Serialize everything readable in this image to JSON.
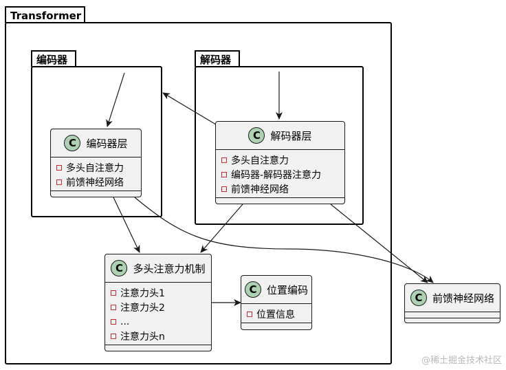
{
  "packages": {
    "transformer": "Transformer",
    "encoder": "编码器",
    "decoder": "解码器"
  },
  "classes": {
    "encoder_layer": {
      "badge": "C",
      "name": "编码器层",
      "attrs": [
        "多头自注意力",
        "前馈神经网络"
      ]
    },
    "decoder_layer": {
      "badge": "C",
      "name": "解码器层",
      "attrs": [
        "多头自注意力",
        "编码器-解码器注意力",
        "前馈神经网络"
      ]
    },
    "mha": {
      "badge": "C",
      "name": "多头注意力机制",
      "attrs": [
        "注意力头1",
        "注意力头2",
        "...",
        "注意力头n"
      ]
    },
    "pos_enc": {
      "badge": "C",
      "name": "位置编码",
      "attrs": [
        "位置信息"
      ]
    },
    "ffn": {
      "badge": "C",
      "name": "前馈神经网络",
      "attrs": []
    }
  },
  "watermark": "@稀土掘金技术社区",
  "colors": {
    "class_bg": "#f1f1f1",
    "badge_bg": "#add1b2",
    "attr_icon": "#c82930"
  }
}
